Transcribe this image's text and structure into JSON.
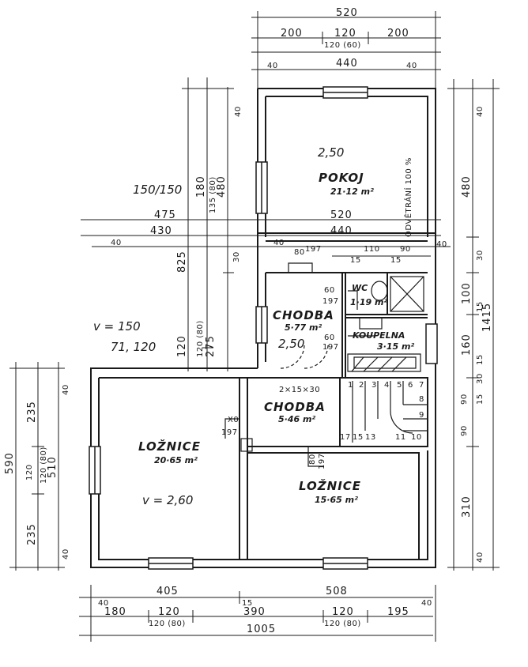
{
  "rooms": {
    "pokoj": {
      "name": "POKOJ",
      "area": "21·12 m²",
      "height": "2,50"
    },
    "chodba1": {
      "name": "CHODBA",
      "area": "5·77 m²",
      "height": "2,50"
    },
    "chodba2": {
      "name": "CHODBA",
      "area": "5·46 m²"
    },
    "wc": {
      "name": "WC",
      "area": "1·19 m²"
    },
    "koupelna": {
      "name": "KOUPELNA",
      "area": "3·15 m²"
    },
    "loznice1": {
      "name": "LOŽNICE",
      "area": "20·65 m²",
      "note": "v = 2,60"
    },
    "loznice2": {
      "name": "LOŽNICE",
      "area": "15·65 m²"
    }
  },
  "notes": {
    "window_note": "150/150",
    "window_note2": "v = 150",
    "window_note3": "71, 120",
    "ventilation": "ODVĚTRÁNÍ 100 %",
    "stair": "2×15×30"
  },
  "dims_top": [
    "520",
    "200",
    "120",
    "200",
    "120 (60)",
    "440",
    "40",
    "40"
  ],
  "dims_mid": [
    "475",
    "430",
    "40",
    "520",
    "440",
    "40",
    "110",
    "90",
    "15",
    "15",
    "40"
  ],
  "dims_left_tall": [
    "825",
    "180",
    "480",
    "40",
    "135 (80)",
    "30",
    "120",
    "120 (80)",
    "275"
  ],
  "dims_left": [
    "590",
    "235",
    "120",
    "120 (80)",
    "235",
    "510",
    "40",
    "40"
  ],
  "dims_right": [
    "480",
    "40",
    "30",
    "100",
    "15",
    "1415",
    "160",
    "15",
    "30",
    "90",
    "15",
    "90",
    "310",
    "40"
  ],
  "dims_bottom": [
    "405",
    "508",
    "40",
    "15",
    "40",
    "180",
    "120",
    "390",
    "120",
    "195",
    "120 (80)",
    "120 (80)",
    "1005"
  ],
  "door_marks": [
    "80",
    "197",
    "60",
    "197",
    "60",
    "197",
    "X0",
    "197",
    "80",
    "197"
  ],
  "stair_numbers": [
    "1",
    "2",
    "3",
    "4",
    "5",
    "6",
    "7",
    "8",
    "9",
    "10",
    "11",
    "17",
    "15",
    "13"
  ]
}
